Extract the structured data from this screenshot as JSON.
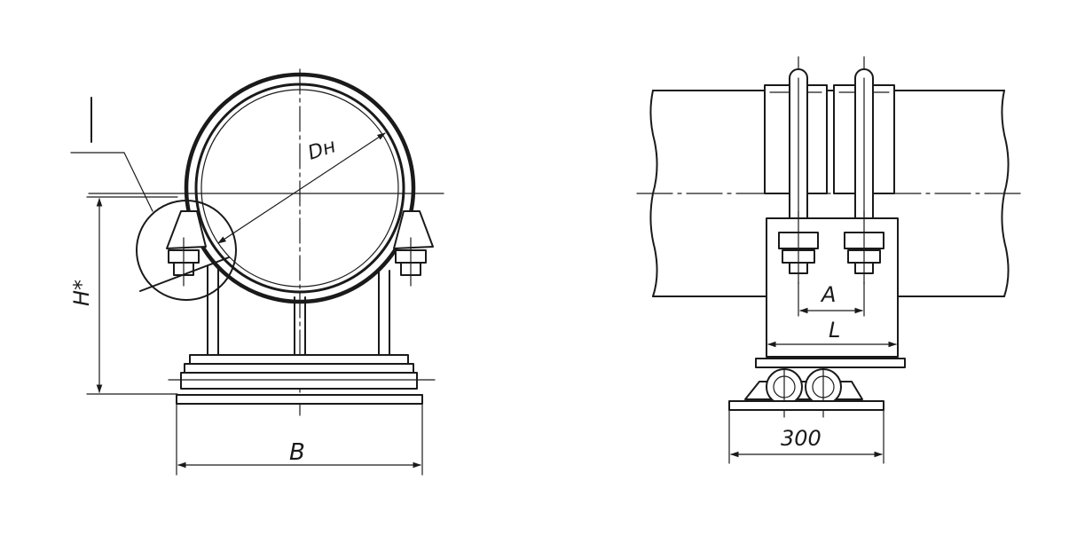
{
  "labels": {
    "callout": "I",
    "diameter": "Dн",
    "height": "H*",
    "base_width": "B",
    "bolt_spacing": "A",
    "clamp_length": "L",
    "roller_base": "300"
  }
}
